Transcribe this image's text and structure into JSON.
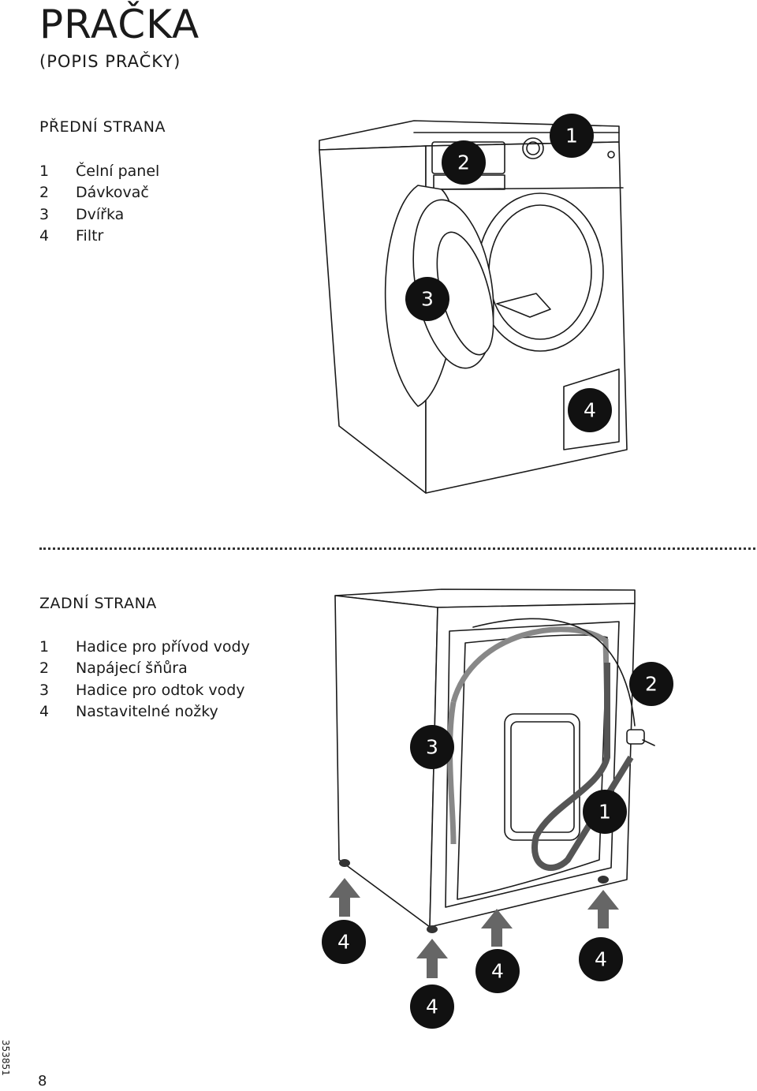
{
  "header": {
    "title": "PRAČKA",
    "subtitle": "(POPIS PRAČKY)"
  },
  "front": {
    "heading": "PŘEDNÍ STRANA",
    "items": [
      {
        "num": "1",
        "label": "Čelní panel"
      },
      {
        "num": "2",
        "label": "Dávkovač"
      },
      {
        "num": "3",
        "label": "Dvířka"
      },
      {
        "num": "4",
        "label": "Filtr"
      }
    ],
    "callouts": [
      "1",
      "2",
      "3",
      "4"
    ]
  },
  "back": {
    "heading": "ZADNÍ STRANA",
    "items": [
      {
        "num": "1",
        "label": "Hadice pro přívod vody"
      },
      {
        "num": "2",
        "label": "Napájecí šňůra"
      },
      {
        "num": "3",
        "label": "Hadice pro odtok vody"
      },
      {
        "num": "4",
        "label": "Nastavitelné nožky"
      }
    ],
    "callouts": [
      "2",
      "3",
      "1",
      "4",
      "4",
      "4",
      "4"
    ]
  },
  "footer": {
    "page_number": "8",
    "doc_code": "353851"
  },
  "colors": {
    "text": "#1a1a1a",
    "badge": "#111111",
    "arrow": "#666666"
  }
}
